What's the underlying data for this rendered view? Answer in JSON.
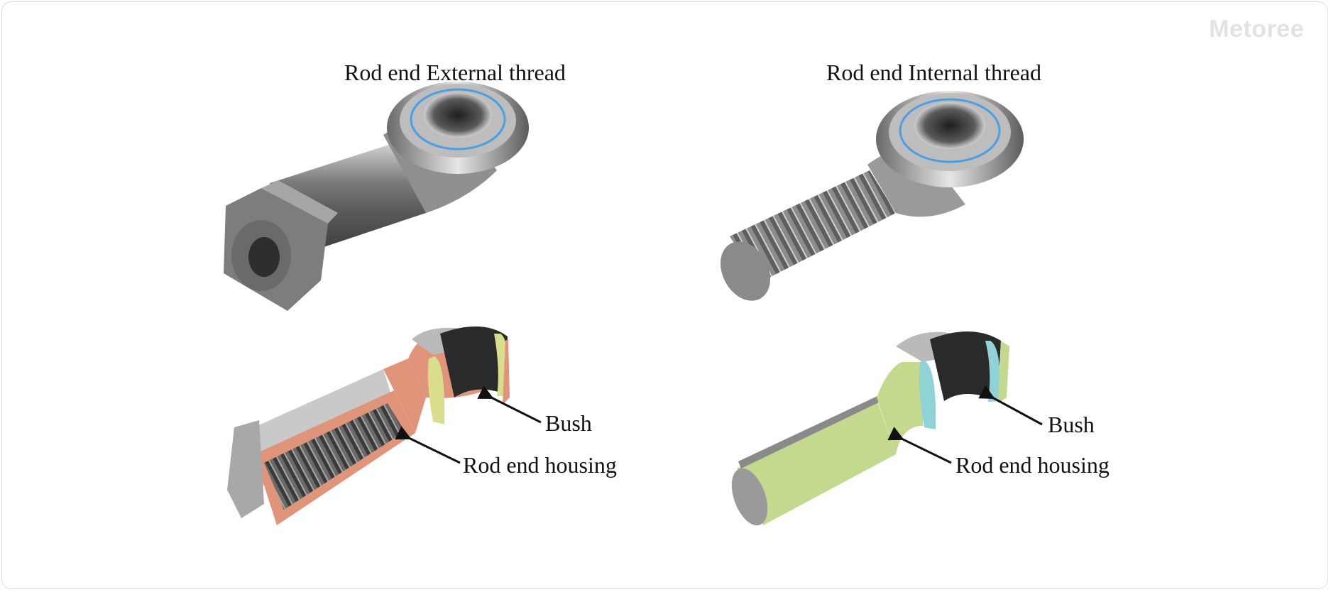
{
  "watermark": "Metoree",
  "panels": {
    "external": {
      "title": "Rod end External thread",
      "bush_label": "Bush",
      "housing_label": "Rod end housing"
    },
    "internal": {
      "title": "Rod end Internal thread",
      "bush_label": "Bush",
      "housing_label": "Rod end housing"
    }
  },
  "colors": {
    "metal": "#8a8a8a",
    "seal_ring": "#4a9fe0",
    "housing_cut_external": "#e0957a",
    "housing_cut_internal": "#c2d98e",
    "bush_external": "#d9de8c",
    "bush_internal": "#8fd3d6"
  }
}
